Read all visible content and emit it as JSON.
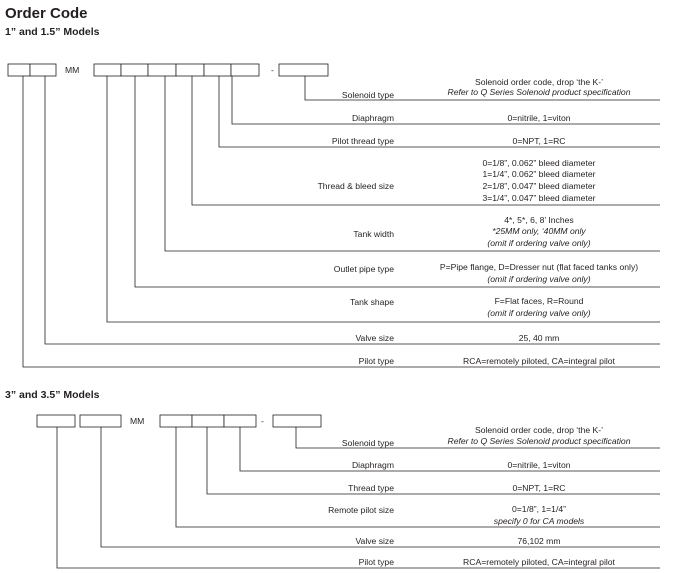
{
  "title": "Order Code",
  "sections": [
    {
      "heading": "1” and 1.5” Models",
      "prefix": "MM",
      "dash": "-",
      "rows": [
        {
          "label": "Solenoid type",
          "lines": [
            {
              "text": "Solenoid order code, drop ‘the K-’",
              "italic": false
            },
            {
              "text": "Refer to Q Series Solenoid product specification",
              "italic": true
            }
          ]
        },
        {
          "label": "Diaphragm",
          "lines": [
            {
              "text": "0=nitrile, 1=viton",
              "italic": false
            }
          ]
        },
        {
          "label": "Pilot thread type",
          "lines": [
            {
              "text": "0=NPT, 1=RC",
              "italic": false
            }
          ]
        },
        {
          "label": "Thread & bleed size",
          "lines": [
            {
              "text": "0=1/8”, 0.062” bleed diameter",
              "italic": false
            },
            {
              "text": "1=1/4”, 0.062” bleed diameter",
              "italic": false
            },
            {
              "text": "2=1/8”, 0.047” bleed diameter",
              "italic": false
            },
            {
              "text": "3=1/4”, 0.047” bleed diameter",
              "italic": false
            }
          ]
        },
        {
          "label": "Tank width",
          "lines": [
            {
              "text": "4*, 5*, 6, 8’ Inches",
              "italic": false
            },
            {
              "text": "*25MM only, ‘40MM only",
              "italic": true
            },
            {
              "text": "(omit if ordering valve only)",
              "italic": true
            }
          ]
        },
        {
          "label": "Outlet pipe type",
          "lines": [
            {
              "text": "P=Pipe flange, D=Dresser nut (flat faced tanks only)",
              "italic": false
            },
            {
              "text": "(omit if ordering valve only)",
              "italic": true
            }
          ]
        },
        {
          "label": "Tank shape",
          "lines": [
            {
              "text": "F=Flat faces,  R=Round",
              "italic": false
            },
            {
              "text": "(omit if ordering valve only)",
              "italic": true
            }
          ]
        },
        {
          "label": "Valve size",
          "lines": [
            {
              "text": "25, 40 mm",
              "italic": false
            }
          ]
        },
        {
          "label": "Pilot type",
          "lines": [
            {
              "text": "RCA=remotely piloted, CA=integral pilot",
              "italic": false
            }
          ]
        }
      ]
    },
    {
      "heading": "3” and 3.5” Models",
      "prefix": "MM",
      "dash": "-",
      "rows": [
        {
          "label": "Solenoid type",
          "lines": [
            {
              "text": "Solenoid order code, drop ‘the K-’",
              "italic": false
            },
            {
              "text": "Refer to Q Series Solenoid product specification",
              "italic": true
            }
          ]
        },
        {
          "label": "Diaphragm",
          "lines": [
            {
              "text": "0=nitrile, 1=viton",
              "italic": false
            }
          ]
        },
        {
          "label": "Thread type",
          "lines": [
            {
              "text": "0=NPT, 1=RC",
              "italic": false
            }
          ]
        },
        {
          "label": "Remote pilot size",
          "lines": [
            {
              "text": "0=1/8”, 1=1/4”",
              "italic": false
            },
            {
              "text": "specify 0 for CA models",
              "italic": true
            }
          ]
        },
        {
          "label": "Valve size",
          "lines": [
            {
              "text": "76,102 mm",
              "italic": false
            }
          ]
        },
        {
          "label": "Pilot type",
          "lines": [
            {
              "text": "RCA=remotely piloted, CA=integral pilot",
              "italic": false
            }
          ]
        }
      ]
    }
  ]
}
